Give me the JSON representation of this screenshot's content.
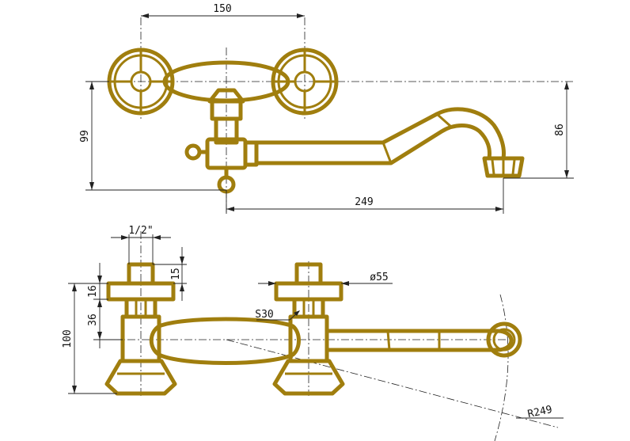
{
  "colors": {
    "body": "#A07E0E",
    "lines": "#222222",
    "background": "#ffffff"
  },
  "dimensions": {
    "handle_spacing": "150",
    "height_left": "99",
    "spout_drop": "86",
    "spout_reach": "249",
    "inlet_thread": "1/2\"",
    "thread_length": "15",
    "nut_height": "16",
    "body_offset": "36",
    "total_height": "100",
    "flange_diameter": "ø55",
    "wrench_size": "S30",
    "swing_radius": "R249"
  }
}
